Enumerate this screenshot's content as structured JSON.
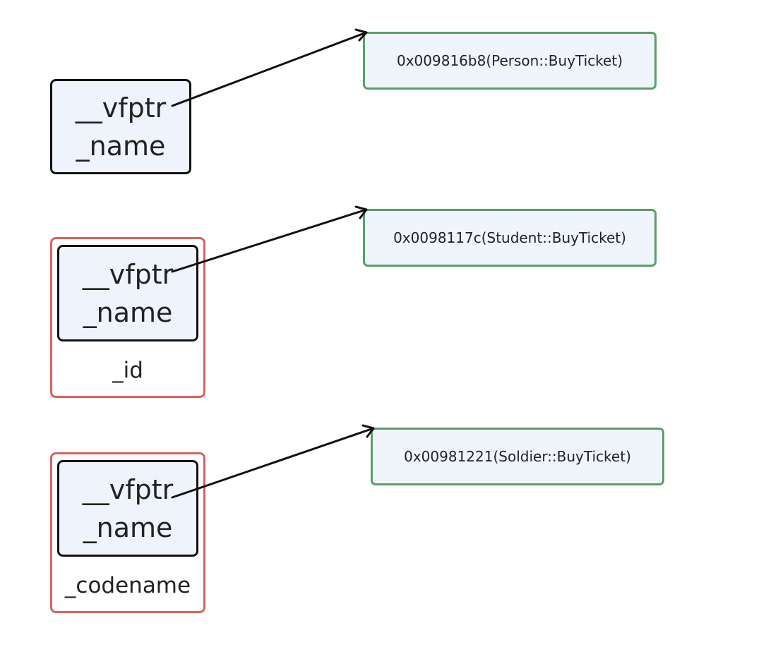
{
  "objects": [
    {
      "member_vfptr": "__vfptr",
      "member_name": "_name",
      "extra_field": "",
      "vtable_entry": "0x009816b8(Person::BuyTicket)"
    },
    {
      "member_vfptr": "__vfptr",
      "member_name": "_name",
      "extra_field": "_id",
      "vtable_entry": "0x0098117c(Student::BuyTicket)"
    },
    {
      "member_vfptr": "__vfptr",
      "member_name": "_name",
      "extra_field": "_codename",
      "vtable_entry": "0x00981221(Soldier::BuyTicket)"
    }
  ],
  "colors": {
    "object_border": "#111111",
    "object_fill": "#eef3fc",
    "derived_border": "#d9625c",
    "vtable_border": "#5a9e6a",
    "vtable_fill": "#f0f4fb",
    "arrow": "#111111"
  }
}
